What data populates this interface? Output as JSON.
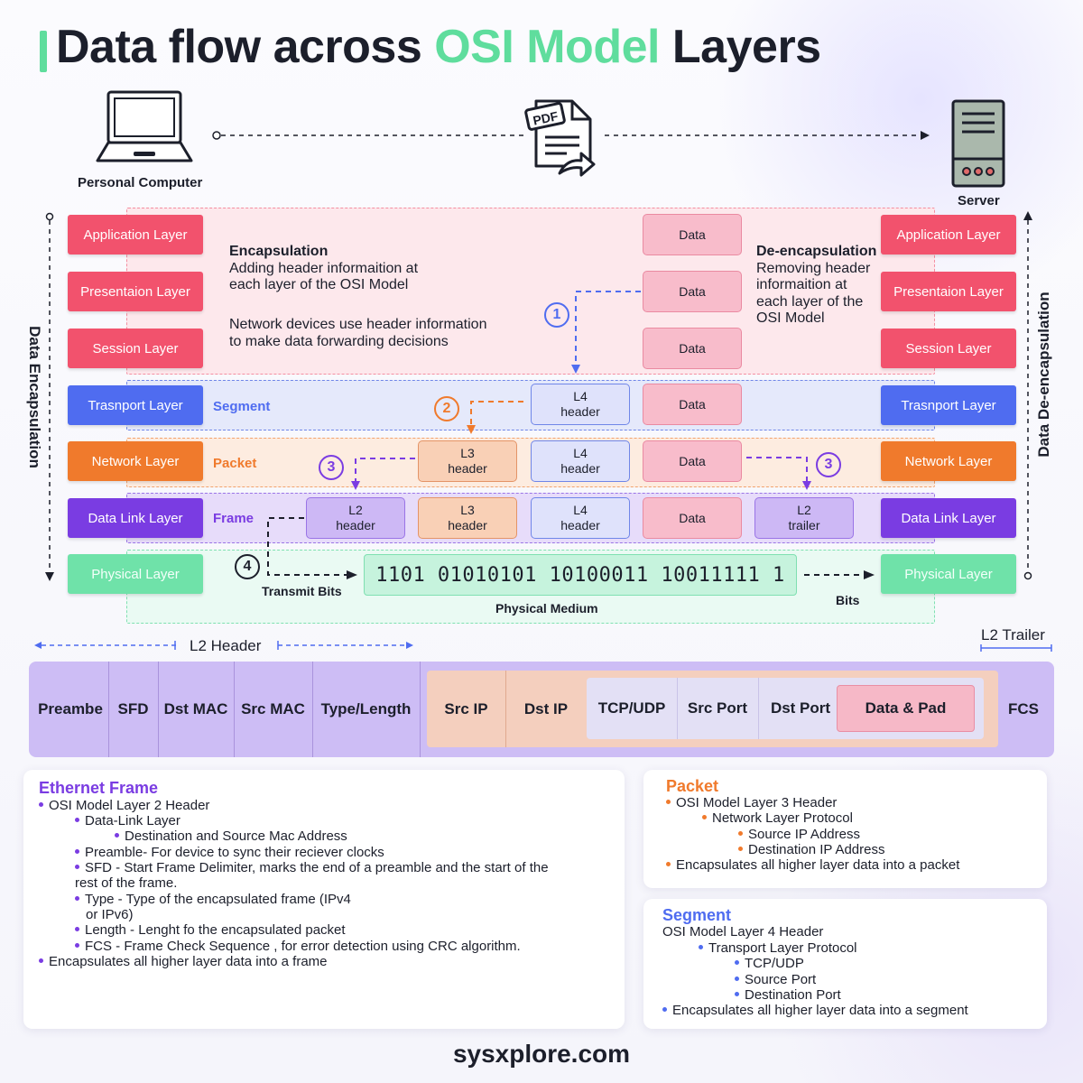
{
  "title": {
    "part1": "Data flow across ",
    "highlight": "OSI Model",
    "part2": " Layers"
  },
  "top": {
    "pc_label": "Personal Computer",
    "server_label": "Server"
  },
  "side": {
    "left": "Data Encapsulation",
    "right": "Data De-encapsulation"
  },
  "layers": [
    "Application Layer",
    "Presentaion Layer",
    "Session Layer",
    "Trasnport Layer",
    "Network Layer",
    "Data Link Layer",
    "Physical Layer"
  ],
  "encapsulation": {
    "title": "Encapsulation",
    "line1": "Adding header informaition at",
    "line2": "each layer of the OSI Model",
    "note1": "Network devices use header information",
    "note2": "to make data forwarding decisions"
  },
  "deencapsulation": {
    "title": "De-encapsulation",
    "line1": "Removing header",
    "line2": "informaition at",
    "line3": "each layer of the",
    "line4": "OSI Model"
  },
  "pdu_labels": {
    "segment": "Segment",
    "packet": "Packet",
    "frame": "Frame"
  },
  "pdu": {
    "data": "Data",
    "l4": "L4\nheader",
    "l3": "L3\nheader",
    "l2": "L2\nheader",
    "l2t": "L2\ntrailer"
  },
  "steps": [
    "1",
    "2",
    "3",
    "3",
    "4"
  ],
  "physical": {
    "bits": "1101 01010101 10100011 10011111 1",
    "transmit": "Transmit Bits",
    "medium": "Physical Medium",
    "bits_label": "Bits"
  },
  "frame": {
    "l2_header": "L2 Header",
    "l2_trailer": "L2 Trailer",
    "cells": [
      "Preambe",
      "SFD",
      "Dst MAC",
      "Src MAC",
      "Type/Length",
      "Src IP",
      "Dst IP",
      "TCP/UDP",
      "Src Port",
      "Dst Port",
      "Data & Pad",
      "FCS"
    ]
  },
  "ethernet_card": {
    "title": "Ethernet Frame",
    "items": [
      "OSI Model Layer 2 Header",
      "Data-Link Layer",
      "Destination and Source Mac Address",
      "Preamble- For device to sync their reciever clocks",
      "SFD - Start Frame Delimiter, marks the end of a preamble and the start of the",
      "rest of the frame.",
      "Type - Type of the encapsulated frame (IPv4",
      "or IPv6)",
      "Length - Lenght fo the encapsulated packet",
      "FCS - Frame Check Sequence , for error detection using CRC algorithm.",
      "Encapsulates all higher layer data into a frame"
    ]
  },
  "packet_card": {
    "title": "Packet",
    "items": [
      "OSI Model Layer 3 Header",
      "Network Layer Protocol",
      "Source IP Address",
      "Destination IP Address",
      "Encapsulates all higher layer data into a packet"
    ]
  },
  "segment_card": {
    "title": "Segment",
    "items": [
      "OSI Model Layer 4 Header",
      "Transport Layer Protocol",
      "TCP/UDP",
      "Source Port",
      "Destination Port",
      "Encapsulates all higher layer data  into a segment"
    ]
  },
  "footer": "sysxplore.com",
  "colors": {
    "accent_green": "#5fdd9d",
    "application": "#f2526d",
    "transport": "#4f6cf0",
    "network": "#f07a2c",
    "datalink": "#7a3ce2",
    "physical": "#6fe2a9"
  },
  "icons": [
    "laptop-icon",
    "pdf-document-icon",
    "server-icon"
  ]
}
